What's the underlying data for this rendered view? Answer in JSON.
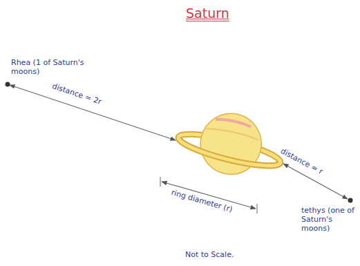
{
  "diagram": {
    "title": "Saturn",
    "labels": [
      "Rhea (1 of Saturn's moons)",
      "distance ≃ 2r",
      "ring diameter (r)",
      "distance ≃ r",
      "tethys (one of Saturn's moons)",
      "Not to Scale."
    ]
  }
}
